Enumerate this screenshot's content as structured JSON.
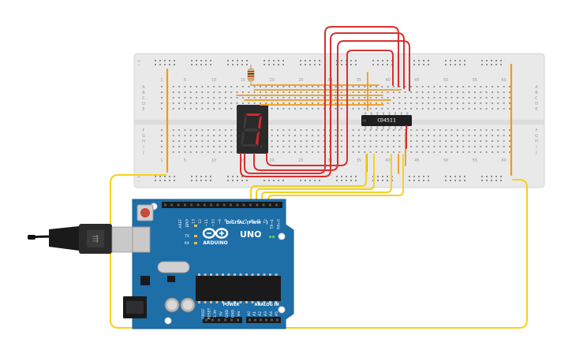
{
  "breadboard": {
    "column_numbers": [
      "1",
      "5",
      "10",
      "15",
      "20",
      "25",
      "30",
      "35",
      "40",
      "45",
      "50",
      "55",
      "60"
    ],
    "row_letters_top": [
      "A",
      "B",
      "C",
      "D",
      "E"
    ],
    "row_letters_bottom": [
      "F",
      "G",
      "H",
      "I",
      "J"
    ],
    "rail_colors": {
      "positive": "#e04040",
      "negative": "#404040"
    }
  },
  "chip": {
    "label": "CD4511",
    "color": "#1f1f1f"
  },
  "seven_segment": {
    "displayed_digit": "7",
    "segment_color": "#d42828"
  },
  "arduino": {
    "brand": "ARDUINO",
    "model": "UNO",
    "digital_header": "DIGITAL (PWM ~)",
    "pin_labels_top": [
      "AREF",
      "GND",
      "13",
      "12",
      "~11",
      "~10",
      "~9",
      "8",
      "7",
      "~6",
      "~5",
      "4",
      "~3",
      "2",
      "TX→1",
      "RX←0"
    ],
    "power_header": "POWER",
    "analog_header": "ANALOG IN",
    "power_pins": [
      "IOREF",
      "RESET",
      "3.3V",
      "5V",
      "GND",
      "GND",
      "Vin"
    ],
    "analog_pins": [
      "A0",
      "A1",
      "A2",
      "A3",
      "A4",
      "A5"
    ],
    "led_labels": [
      "L",
      "TX",
      "RX"
    ],
    "on_label": "ON",
    "board_color": "#1e6ea7"
  },
  "wire_colors": {
    "red": "#d83030",
    "orange": "#f29a18",
    "yellow": "#f5d21c"
  }
}
